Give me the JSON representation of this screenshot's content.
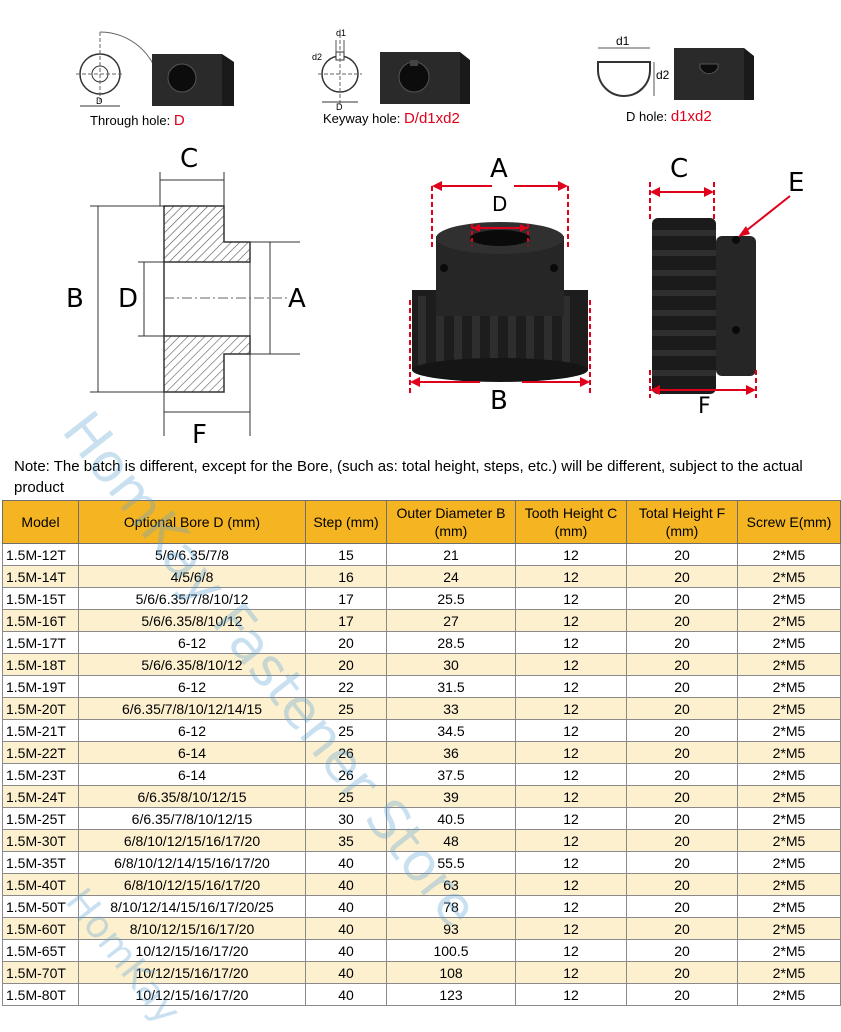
{
  "holes": {
    "through": {
      "label": "Through hole:",
      "value": "D"
    },
    "keyway": {
      "label": "Keyway hole:",
      "value": "D/d1xd2"
    },
    "dhole": {
      "label": "D hole:",
      "value": "d1xd2"
    },
    "mini_labels": {
      "d": "D",
      "d1": "d1",
      "d2": "d2"
    }
  },
  "diagram_letters": {
    "c": "C",
    "b": "B",
    "d": "D",
    "a": "A",
    "f": "F",
    "e": "E"
  },
  "note": "Note: The batch is different, except for the Bore, (such as: total height, steps, etc.) will be different, subject to the actual product",
  "watermarks": [
    "HomKay Fastener Store",
    "HomKay"
  ],
  "table": {
    "headers": [
      "Model",
      "Optional Bore D (mm)",
      "Step (mm)",
      "Outer Diameter B (mm)",
      "Tooth Height C (mm)",
      "Total Height F (mm)",
      "Screw E(mm)"
    ],
    "rows": [
      [
        "1.5M-12T",
        "5/6/6.35/7/8",
        "15",
        "21",
        "12",
        "20",
        "2*M5"
      ],
      [
        "1.5M-14T",
        "4/5/6/8",
        "16",
        "24",
        "12",
        "20",
        "2*M5"
      ],
      [
        "1.5M-15T",
        "5/6/6.35/7/8/10/12",
        "17",
        "25.5",
        "12",
        "20",
        "2*M5"
      ],
      [
        "1.5M-16T",
        "5/6/6.35/8/10/12",
        "17",
        "27",
        "12",
        "20",
        "2*M5"
      ],
      [
        "1.5M-17T",
        "6-12",
        "20",
        "28.5",
        "12",
        "20",
        "2*M5"
      ],
      [
        "1.5M-18T",
        "5/6/6.35/8/10/12",
        "20",
        "30",
        "12",
        "20",
        "2*M5"
      ],
      [
        "1.5M-19T",
        "6-12",
        "22",
        "31.5",
        "12",
        "20",
        "2*M5"
      ],
      [
        "1.5M-20T",
        "6/6.35/7/8/10/12/14/15",
        "25",
        "33",
        "12",
        "20",
        "2*M5"
      ],
      [
        "1.5M-21T",
        "6-12",
        "25",
        "34.5",
        "12",
        "20",
        "2*M5"
      ],
      [
        "1.5M-22T",
        "6-14",
        "26",
        "36",
        "12",
        "20",
        "2*M5"
      ],
      [
        "1.5M-23T",
        "6-14",
        "26",
        "37.5",
        "12",
        "20",
        "2*M5"
      ],
      [
        "1.5M-24T",
        "6/6.35/8/10/12/15",
        "25",
        "39",
        "12",
        "20",
        "2*M5"
      ],
      [
        "1.5M-25T",
        "6/6.35/7/8/10/12/15",
        "30",
        "40.5",
        "12",
        "20",
        "2*M5"
      ],
      [
        "1.5M-30T",
        "6/8/10/12/15/16/17/20",
        "35",
        "48",
        "12",
        "20",
        "2*M5"
      ],
      [
        "1.5M-35T",
        "6/8/10/12/14/15/16/17/20",
        "40",
        "55.5",
        "12",
        "20",
        "2*M5"
      ],
      [
        "1.5M-40T",
        "6/8/10/12/15/16/17/20",
        "40",
        "63",
        "12",
        "20",
        "2*M5"
      ],
      [
        "1.5M-50T",
        "8/10/12/14/15/16/17/20/25",
        "40",
        "78",
        "12",
        "20",
        "2*M5"
      ],
      [
        "1.5M-60T",
        "8/10/12/15/16/17/20",
        "40",
        "93",
        "12",
        "20",
        "2*M5"
      ],
      [
        "1.5M-65T",
        "10/12/15/16/17/20",
        "40",
        "100.5",
        "12",
        "20",
        "2*M5"
      ],
      [
        "1.5M-70T",
        "10/12/15/16/17/20",
        "40",
        "108",
        "12",
        "20",
        "2*M5"
      ],
      [
        "1.5M-80T",
        "10/12/15/16/17/20",
        "40",
        "123",
        "12",
        "20",
        "2*M5"
      ]
    ]
  }
}
